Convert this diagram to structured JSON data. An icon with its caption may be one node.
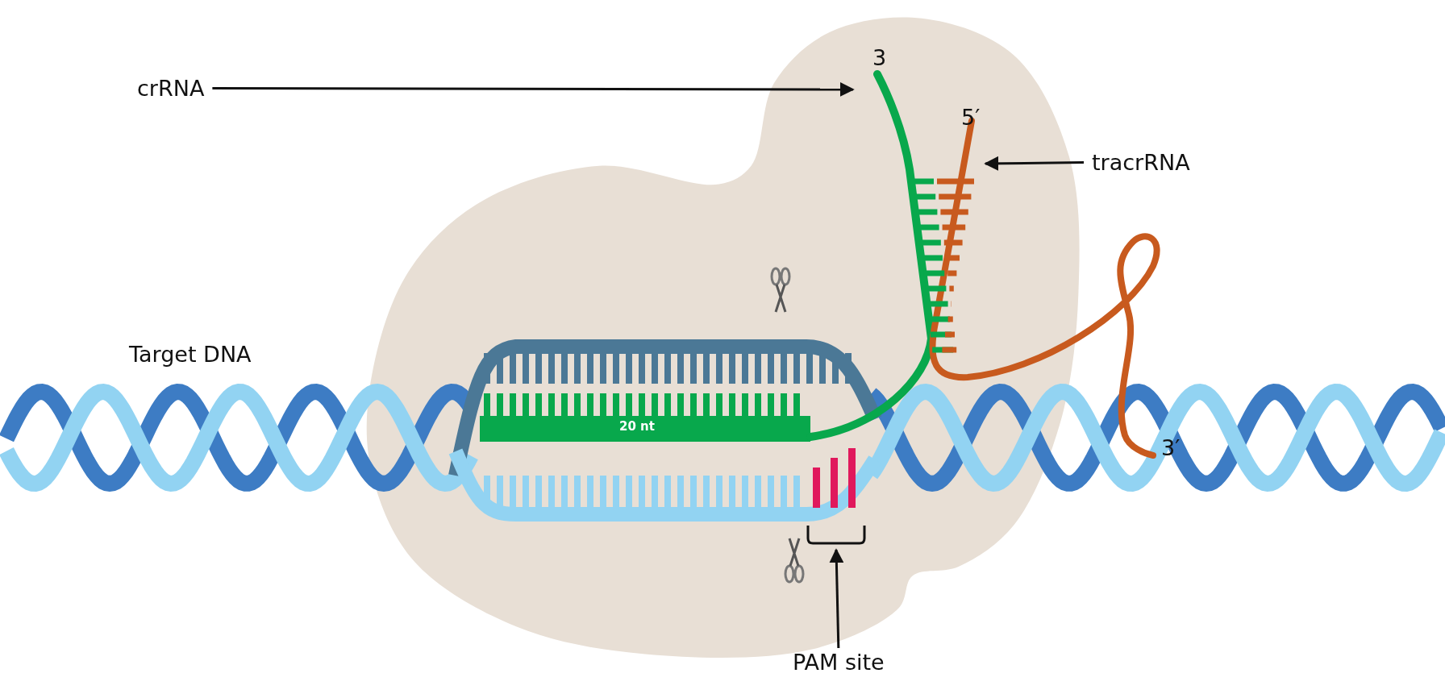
{
  "diagram": {
    "nodes": [
      {
        "text": [
          "crRNA"
        ]
      },
      {
        "text": [
          "tracrRNA"
        ]
      },
      {
        "text": [
          "PAM site"
        ]
      },
      {
        "text": [],
        "shape": "bracket"
      }
    ],
    "edges": [
      {
        "from": 0,
        "to": null,
        "arrow": "to"
      },
      {
        "from": 1,
        "to": null,
        "arrow": "to"
      },
      {
        "from": 2,
        "to": 3,
        "arrow": "to"
      }
    ],
    "labels": [
      "Target DNA",
      "3",
      "5′",
      "3′",
      "20 nt"
    ]
  }
}
